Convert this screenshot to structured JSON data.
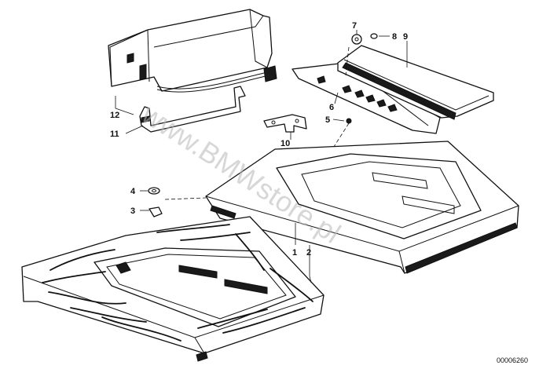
{
  "callouts": {
    "c1": "1",
    "c2": "2",
    "c3": "3",
    "c4": "4",
    "c5": "5",
    "c6": "6",
    "c7": "7",
    "c8": "8",
    "c9": "9",
    "c10": "10",
    "c11": "11",
    "c12": "12"
  },
  "watermark": "www.BMWstore.pl",
  "document_number": "00006260"
}
